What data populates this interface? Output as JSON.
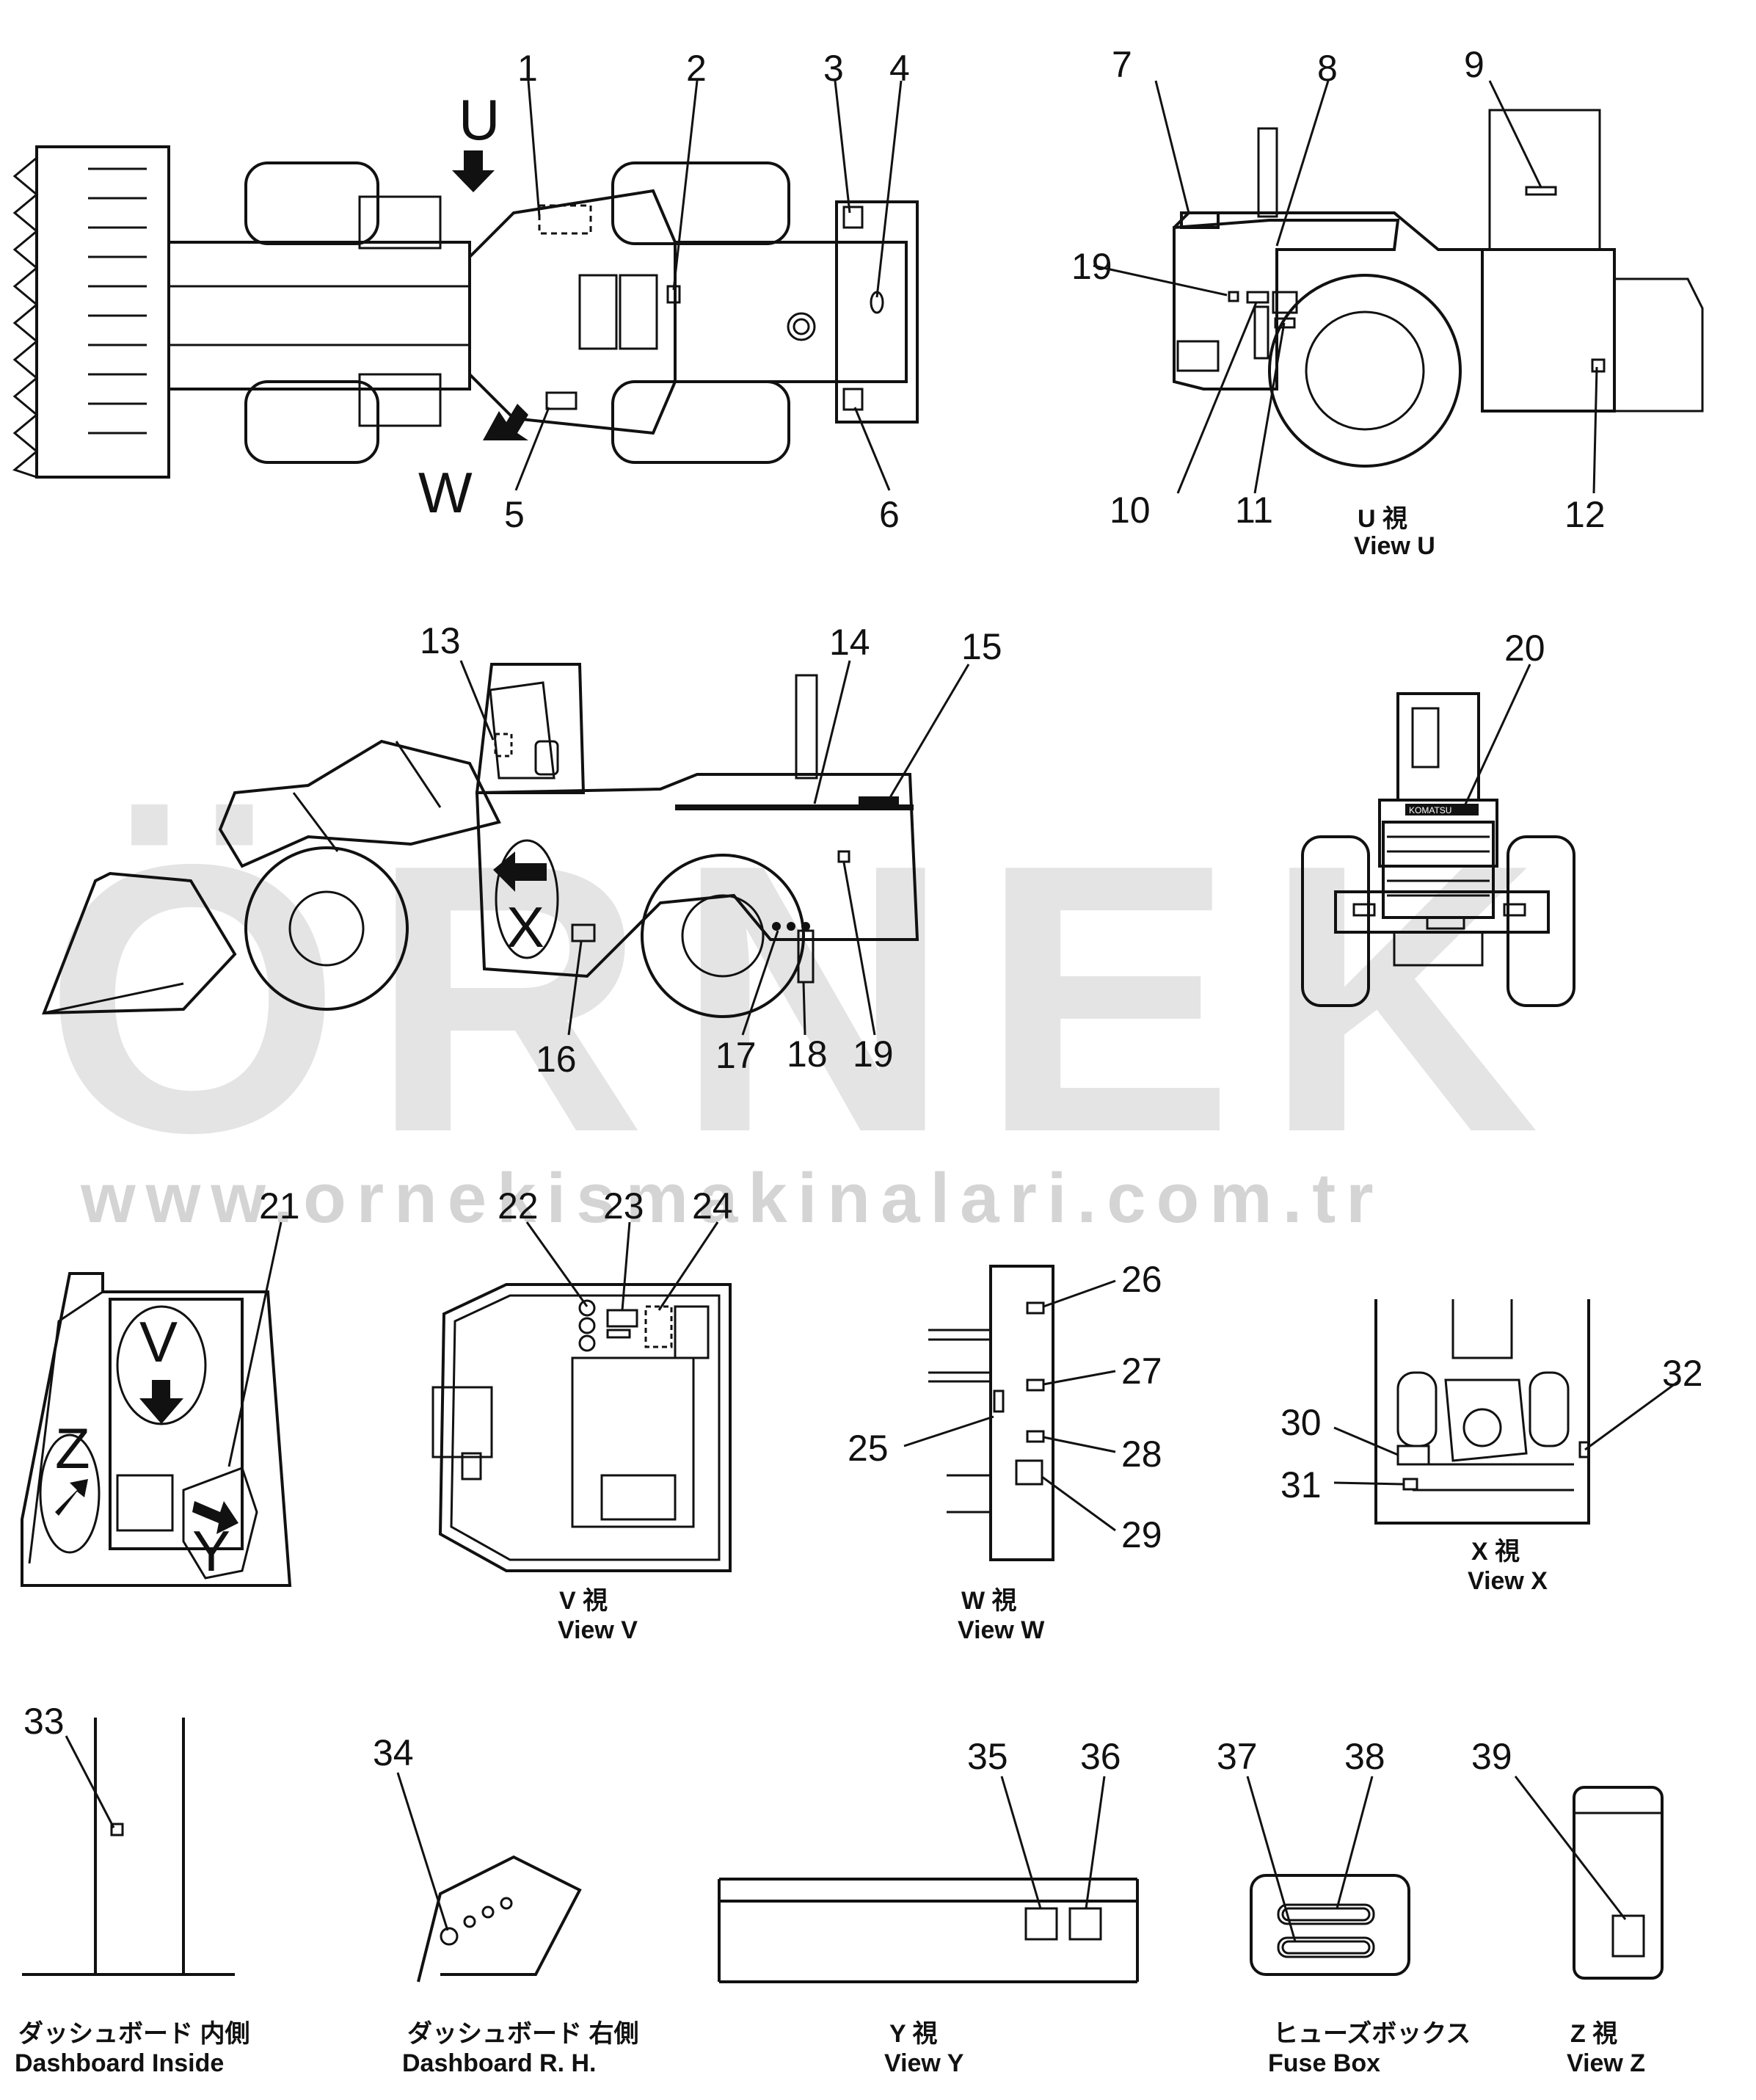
{
  "watermark": {
    "brand": "ÖRNEK",
    "url": "www.ornekismakinalari.com.tr"
  },
  "views": {
    "top_arrow_u": "U",
    "top_arrow_w": "W",
    "side_arrow_x": "X",
    "cab_arrow_v": "V",
    "cab_arrow_z": "Z",
    "cab_arrow_y": "Y"
  },
  "captions": {
    "view_u_jp": "U 視",
    "view_u_en": "View U",
    "view_v_jp": "V 視",
    "view_v_en": "View V",
    "view_w_jp": "W 視",
    "view_w_en": "View W",
    "view_x_jp": "X 視",
    "view_x_en": "View X",
    "dash_inside_jp": "ダッシュボード 内側",
    "dash_inside_en": "Dashboard Inside",
    "dash_rh_jp": "ダッシュボード 右側",
    "dash_rh_en": "Dashboard R. H.",
    "view_y_jp": "Y 視",
    "view_y_en": "View Y",
    "fuse_jp": "ヒューズボックス",
    "fuse_en": "Fuse Box",
    "view_z_jp": "Z 視",
    "view_z_en": "View Z"
  },
  "callouts": [
    "1",
    "2",
    "3",
    "4",
    "5",
    "6",
    "7",
    "8",
    "9",
    "10",
    "11",
    "12",
    "13",
    "14",
    "15",
    "16",
    "17",
    "18",
    "19",
    "19",
    "20",
    "21",
    "22",
    "23",
    "24",
    "25",
    "26",
    "27",
    "28",
    "29",
    "30",
    "31",
    "32",
    "33",
    "34",
    "35",
    "36",
    "37",
    "38",
    "39"
  ],
  "badge": "KOMATSU"
}
